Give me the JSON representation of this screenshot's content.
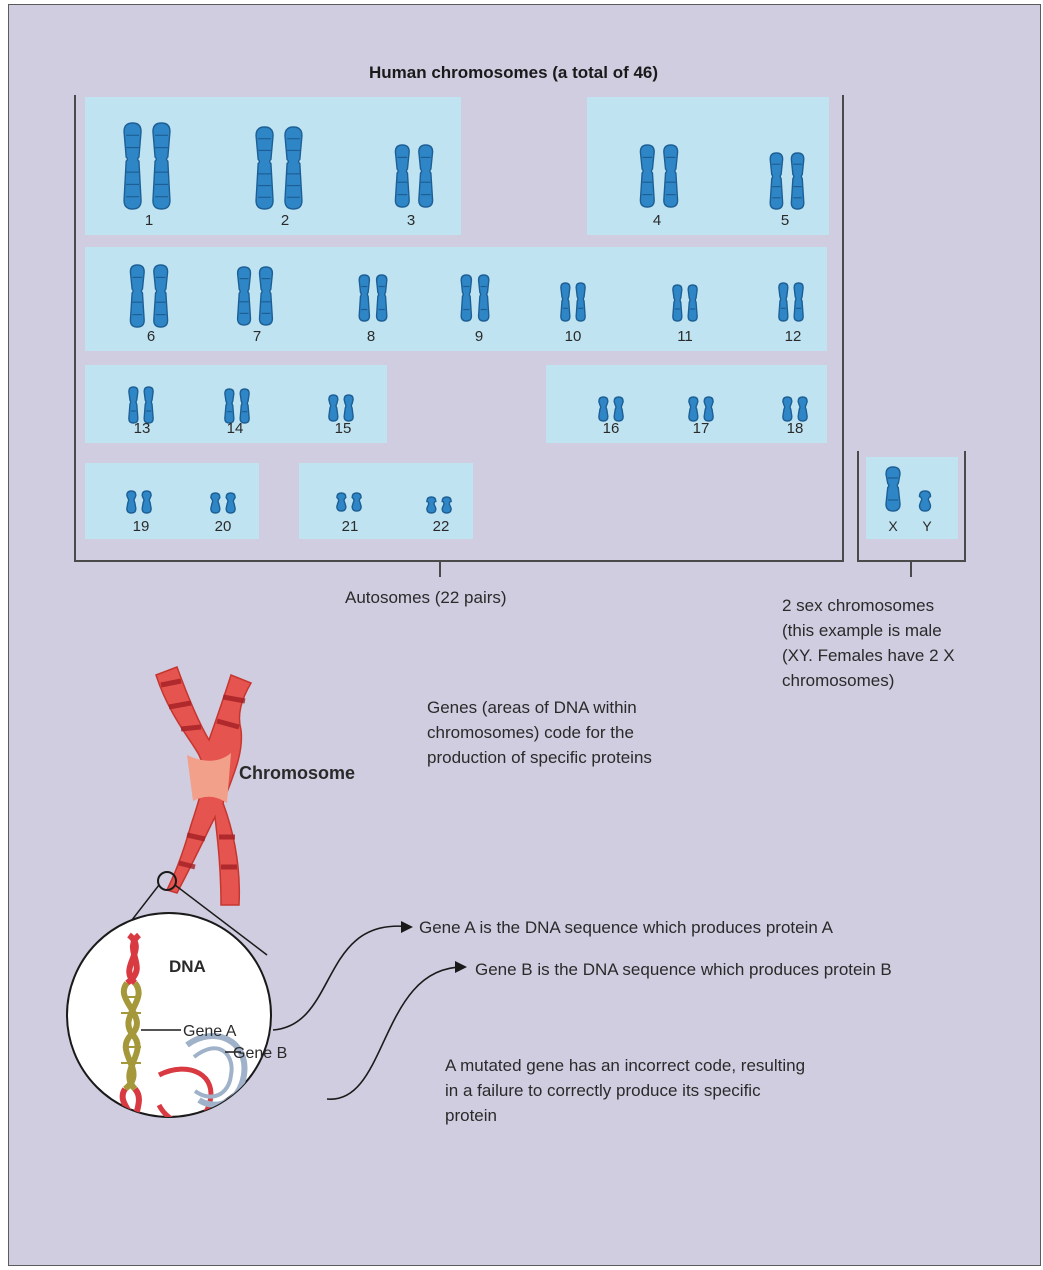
{
  "title": "Human chromosomes (a total of 46)",
  "autosomes_caption": "Autosomes (22 pairs)",
  "sex_caption": {
    "line1": "2 sex chromosomes",
    "line2": "(this example is male",
    "line3": "(XY.  Females have 2 X",
    "line4": "chromosomes)"
  },
  "chromosome_numbers": [
    "1",
    "2",
    "3",
    "4",
    "5",
    "6",
    "7",
    "8",
    "9",
    "10",
    "11",
    "12",
    "13",
    "14",
    "15",
    "16",
    "17",
    "18",
    "19",
    "20",
    "21",
    "22"
  ],
  "sex_labels": [
    "X",
    "Y"
  ],
  "chromosome_label": "Chromosome",
  "genes_text": {
    "line1": "Genes (areas of DNA within",
    "line2": "chromosomes) code for the",
    "line3": "production of specific proteins"
  },
  "dna_label": "DNA",
  "gene_a_label": "Gene A",
  "gene_b_label": "Gene B",
  "gene_a_text": "Gene A is the DNA sequence which produces protein A",
  "gene_b_text": "Gene B is the DNA sequence which produces protein B",
  "mutation_text": {
    "line1": "A mutated gene has an incorrect code, resulting",
    "line2": "in a failure to correctly produce its specific",
    "line3": "protein"
  },
  "colors": {
    "background": "#d0cde0",
    "panel": "#bfe3f1",
    "chromosome_blue": "#2f86c6",
    "chromosome_red": "#e5544f",
    "dna_red": "#d93a42",
    "dna_olive": "#a5983a",
    "dna_gray": "#9fb2c9"
  }
}
